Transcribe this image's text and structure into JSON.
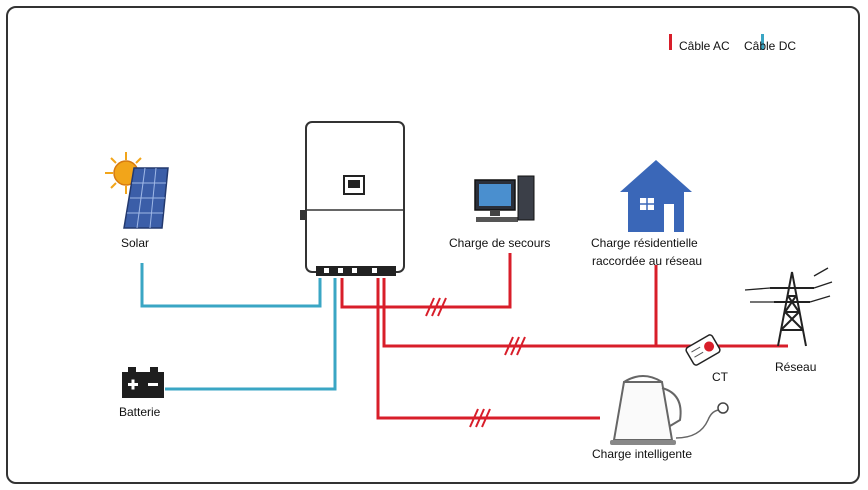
{
  "legend": {
    "ac_label": "Câble AC",
    "dc_label": "Câble DC",
    "ac_color": "#d81e2a",
    "dc_color": "#3aa6c4"
  },
  "nodes": {
    "solar": "Solar",
    "battery": "Batterie",
    "backup_load": "Charge de secours",
    "home_load_line1": "Charge résidentielle",
    "home_load_line2": "raccordée au réseau",
    "ct": "CT",
    "grid": "Réseau",
    "smart_load": "Charge intelligente"
  },
  "icons": {
    "solar": "solar-panel-icon",
    "battery": "battery-icon",
    "inverter": "inverter-icon",
    "backup_load": "computer-icon",
    "home_load": "house-icon",
    "ct": "current-transformer-icon",
    "grid": "power-tower-icon",
    "smart_load": "kettle-icon"
  }
}
